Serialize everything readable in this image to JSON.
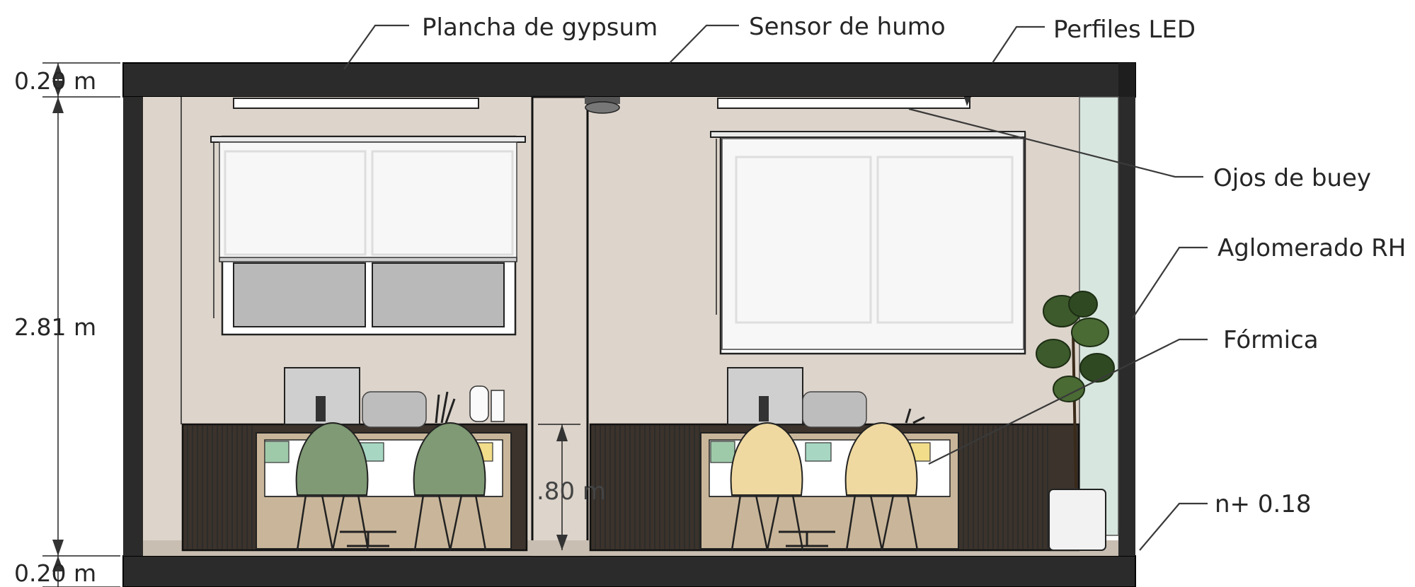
{
  "callouts": {
    "gypsum": "Plancha de gypsum",
    "smoke": "Sensor de humo",
    "led": "Perfiles LED",
    "downlights": "Ojos de buey",
    "rh_board": "Aglomerado RH",
    "formica": "Fórmica",
    "floor_level": "n+ 0.18"
  },
  "dimensions": {
    "ceiling_thickness": "0.20 m",
    "room_height": "2.81 m",
    "floor_thickness": "0.20 m",
    "desk_height": ".80 m"
  },
  "colors": {
    "slab": "#2b2b2b",
    "wall": "#ddd4cb",
    "panel_dark": "#3b332c",
    "green_chair": "#7f9a74",
    "yellow_chair": "#efd9a0",
    "glass_panel": "#d7e6de",
    "plant": "#3c5a2b"
  },
  "icons": [
    "smoke-sensor-icon",
    "computer-monitor-icon",
    "plant-icon",
    "chair-icon",
    "roller-blind-icon"
  ]
}
